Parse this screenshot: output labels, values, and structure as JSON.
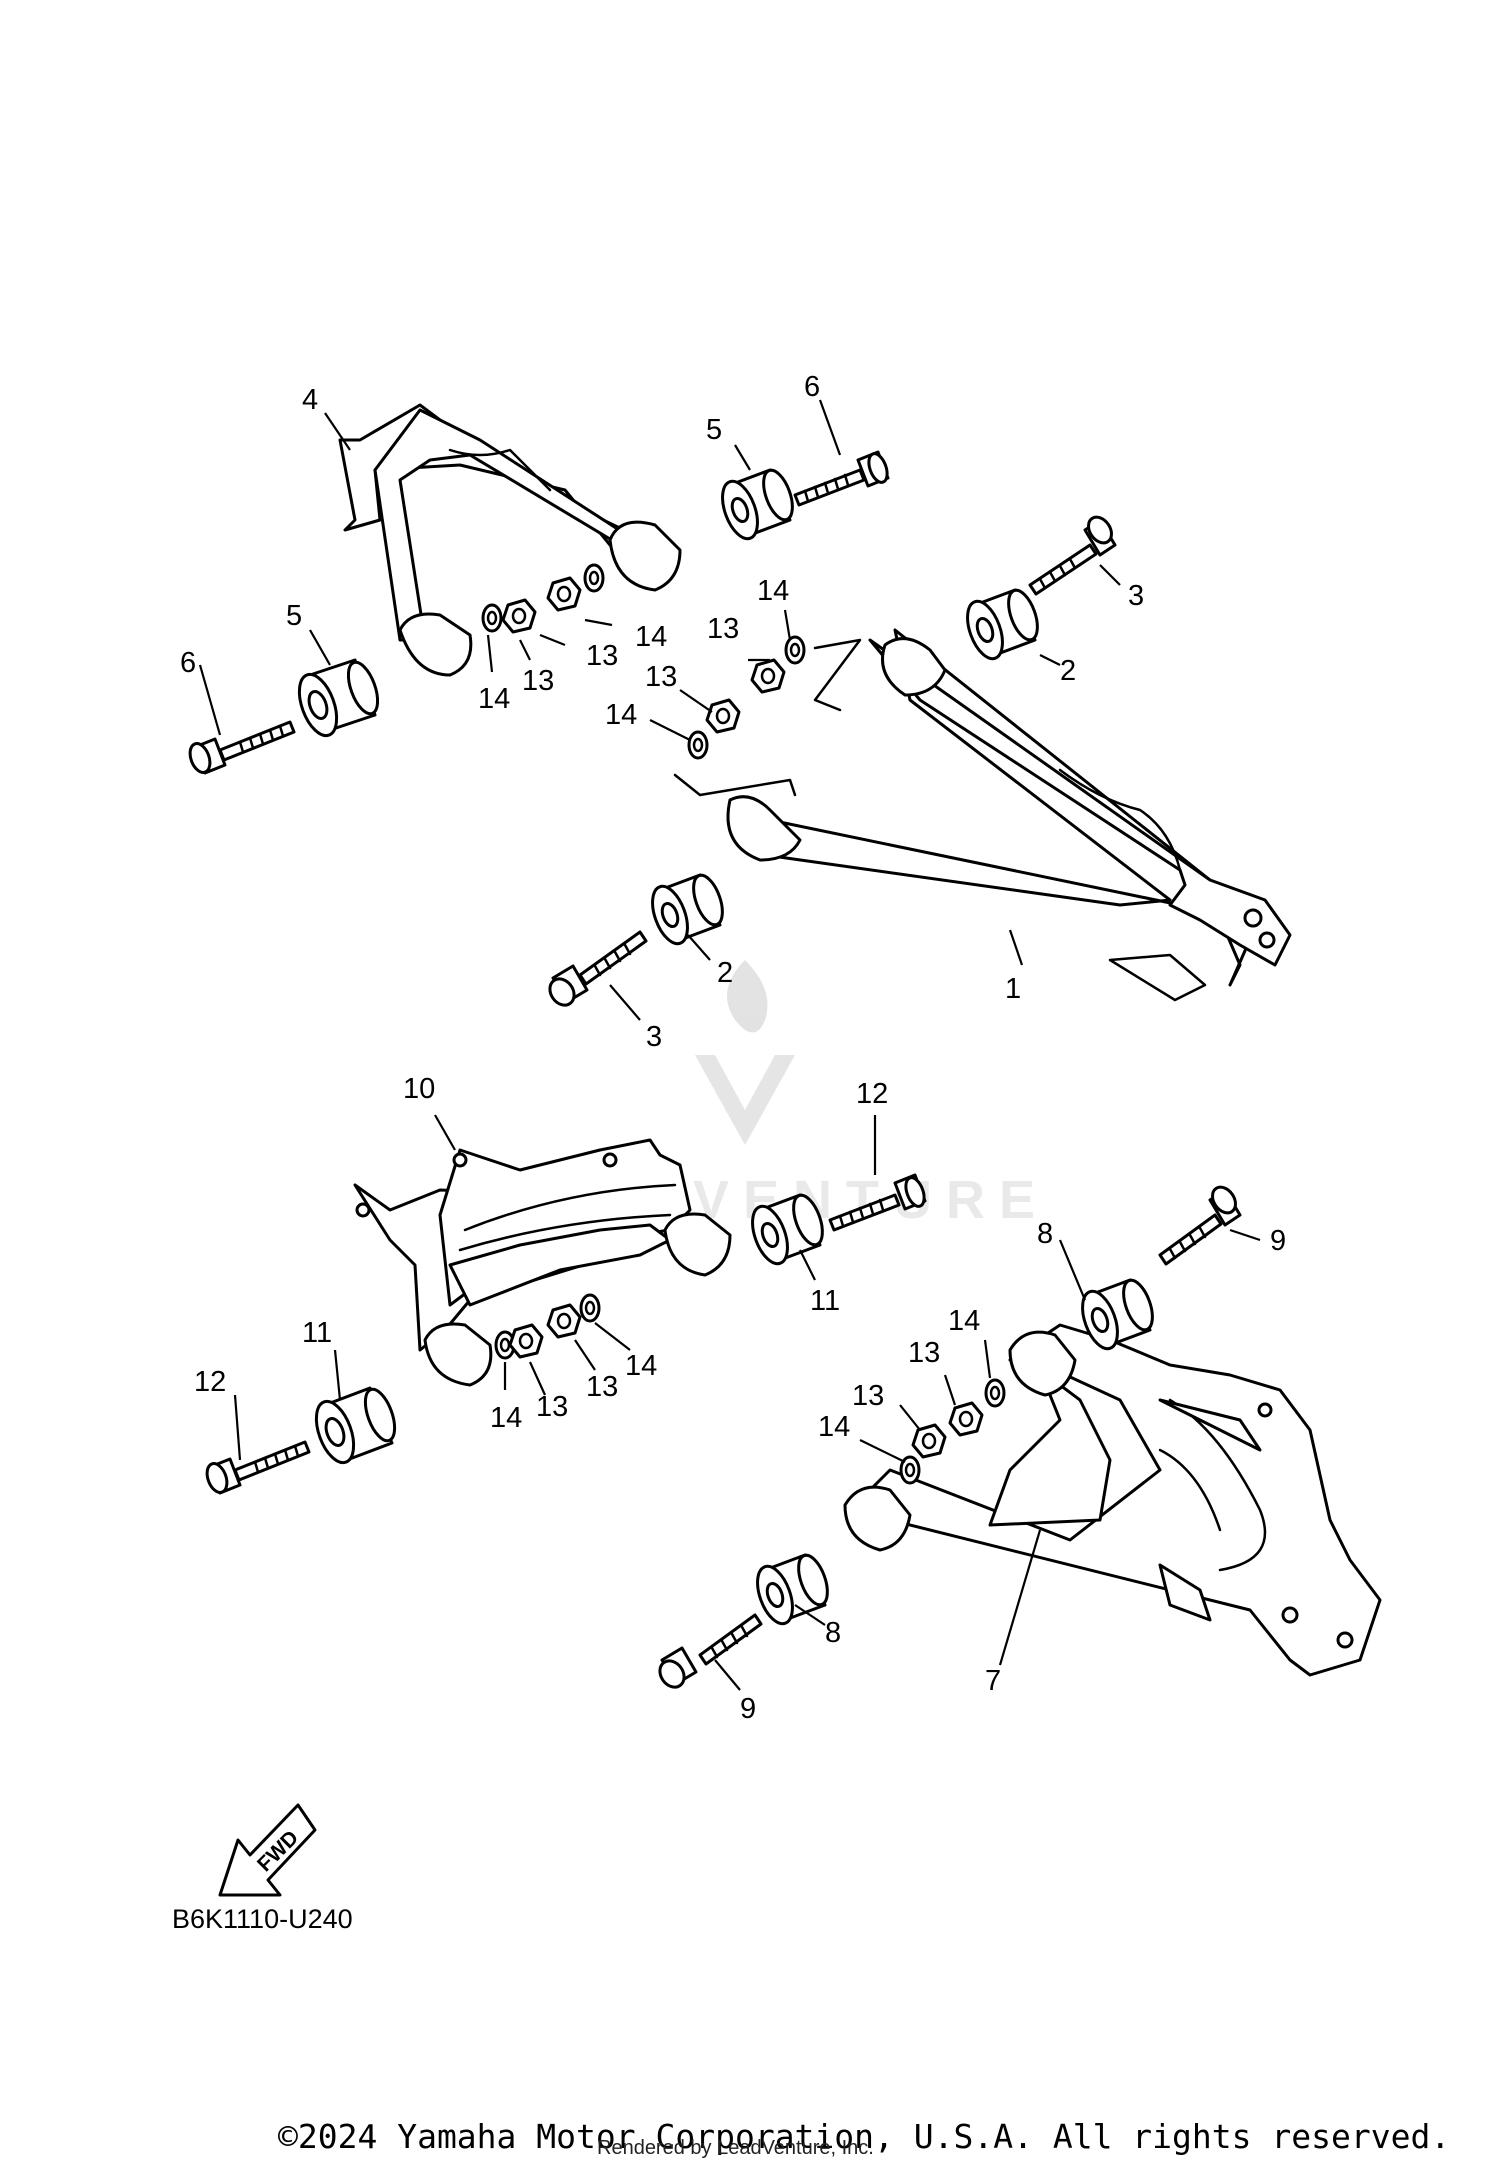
{
  "diagram": {
    "callouts": {
      "upper": {
        "c1": "1",
        "c2a": "2",
        "c2b": "2",
        "c3a": "3",
        "c3b": "3",
        "c4": "4",
        "c5a": "5",
        "c5b": "5",
        "c6a": "6",
        "c6b": "6",
        "c13a": "13",
        "c13b": "13",
        "c13c": "13",
        "c13d": "13",
        "c14a": "14",
        "c14b": "14",
        "c14c": "14",
        "c14d": "14"
      },
      "lower": {
        "c7": "7",
        "c8a": "8",
        "c8b": "8",
        "c9a": "9",
        "c9b": "9",
        "c10": "10",
        "c11a": "11",
        "c11b": "11",
        "c12a": "12",
        "c12b": "12",
        "c13a": "13",
        "c13b": "13",
        "c13c": "13",
        "c13d": "13",
        "c14a": "14",
        "c14b": "14",
        "c14c": "14",
        "c14d": "14"
      }
    },
    "fwd_label": "FWD",
    "diagram_code": "B6K1110-U240",
    "copyright": "©2024 Yamaha Motor Corporation, U.S.A. All rights reserved.",
    "rendered_by": "Rendered by LeadVenture, Inc.",
    "watermark": "LEADVENTURE"
  }
}
